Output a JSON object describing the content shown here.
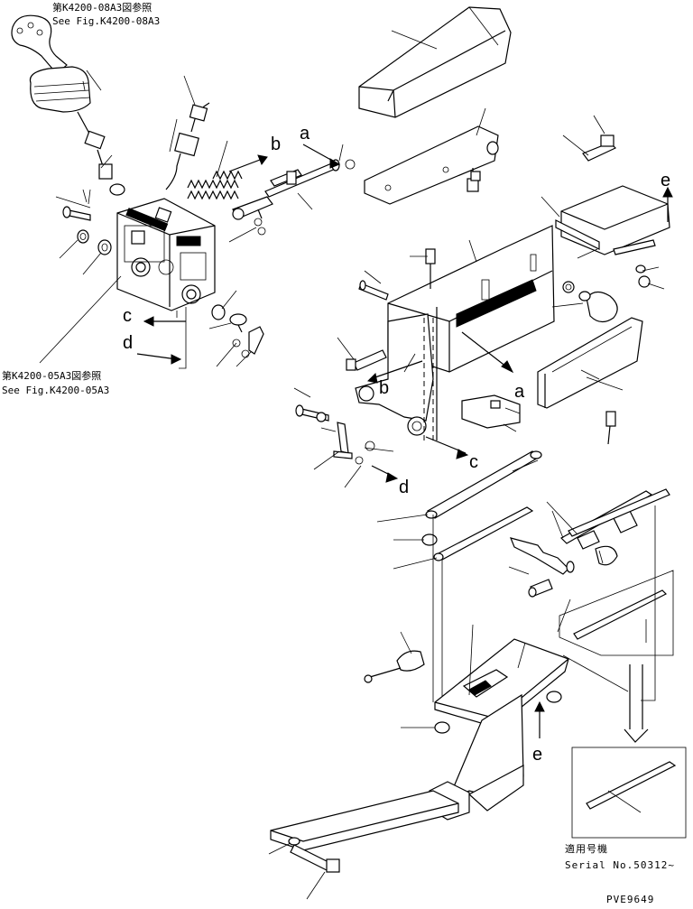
{
  "references": {
    "top_jp": "第K4200-08A3図参照",
    "top_en": "See Fig.K4200-08A3",
    "mid_jp": "第K4200-05A3図参照",
    "mid_en": "See Fig.K4200-05A3"
  },
  "connection_labels": {
    "a": "a",
    "b": "b",
    "c": "c",
    "d": "d",
    "e": "e"
  },
  "serial_note": {
    "jp": "適用号機",
    "en": "Serial No.50312~"
  },
  "drawing_code": "PVE9649"
}
